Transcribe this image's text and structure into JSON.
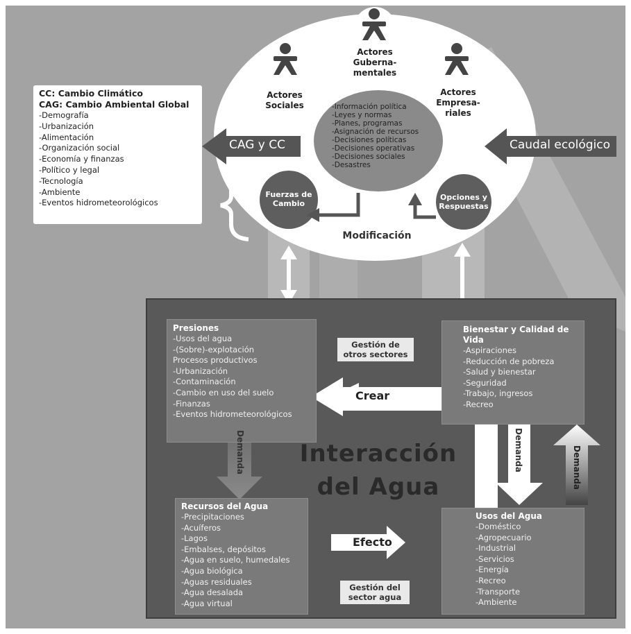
{
  "left_box": {
    "title1": "CC: Cambio Climático",
    "title2": "CAG: Cambio Ambiental Global",
    "items": [
      "-Demografía",
      "-Urbanización",
      "-Alimentación",
      "-Organización social",
      "-Economía y finanzas",
      "-Político y legal",
      "-Tecnología",
      "-Ambiente",
      "-Eventos hidrometeorológicos"
    ]
  },
  "actors": {
    "social": [
      "Actores",
      "Sociales"
    ],
    "gov": [
      "Actores",
      "Guberna-",
      "mentales"
    ],
    "business": [
      "Actores",
      "Empresa-",
      "riales"
    ]
  },
  "ellipse_items": [
    "-Información política",
    "-Leyes y normas",
    "-Planes, programas",
    "-Asignación de recursos",
    "-Decisiones políticas",
    "-Decisiones operativas",
    "-Decisiones sociales",
    "-Desastres"
  ],
  "fuerzas": [
    "Fuerzas de",
    "Cambio"
  ],
  "opciones": [
    "Opciones y",
    "Respuestas"
  ],
  "modificacion": "Modificación",
  "arrow_left": "CAG  y CC",
  "arrow_right": "Caudal ecológico",
  "presiones": {
    "title": "Presiones",
    "items": [
      "-Usos del agua",
      "-(Sobre)-explotación",
      "Procesos productivos",
      "-Urbanización",
      "-Contaminación",
      "-Cambio en uso del suelo",
      "-Finanzas",
      "-Eventos hidrometeorológicos"
    ]
  },
  "gestion_otros": [
    "Gestión de",
    "otros sectores"
  ],
  "bienestar": {
    "title": "Bienestar y Calidad de Vida",
    "items": [
      "-Aspiraciones",
      "-Reducción de pobreza",
      "-Salud y bienestar",
      "-Seguridad",
      "-Trabajo, ingresos",
      "-Recreo"
    ]
  },
  "crear": "Crear",
  "interaccion": [
    "Interacción",
    "del Agua"
  ],
  "demanda": "Demanda",
  "recursos": {
    "title": "Recursos del Agua",
    "items": [
      "-Precipitaciones",
      "-Acuíferos",
      "-Lagos",
      "-Embalses, depósitos",
      "-Agua en suelo, humedales",
      "-Agua biológica",
      "-Aguas residuales",
      "-Agua desalada",
      "-Agua virtual"
    ]
  },
  "efecto": "Efecto",
  "gestion_sector": [
    "Gestión del",
    "sector agua"
  ],
  "usos": {
    "title": "Usos del Agua",
    "items": [
      "-Doméstico",
      "-Agropecuario",
      "-Industrial",
      "-Servicios",
      "-Energía",
      "-Recreo",
      "-Transporte",
      "-Ambiente"
    ]
  }
}
